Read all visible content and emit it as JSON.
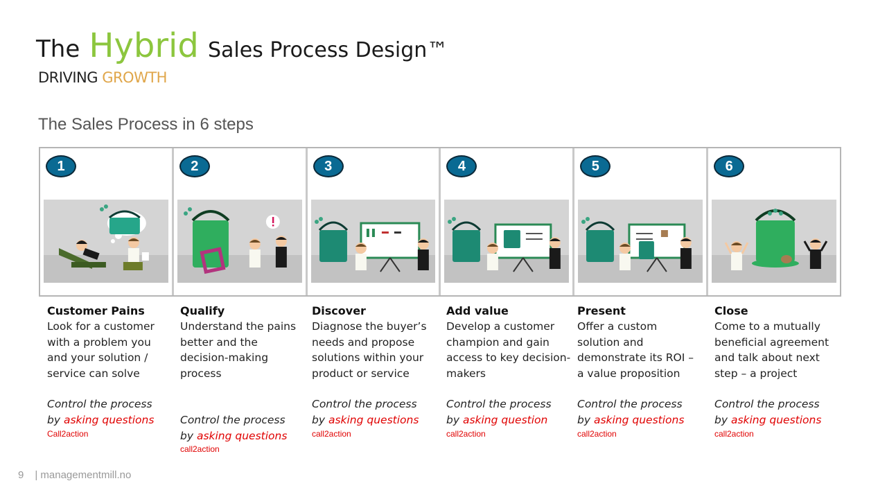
{
  "header": {
    "title_the": "The",
    "title_hybrid": "Hybrid",
    "title_rest": "Sales Process Design™",
    "tagline_1": "DRIVING",
    "tagline_2": "GROWTH",
    "subtitle": "The Sales Process in 6 steps"
  },
  "steps": [
    {
      "num": "1",
      "title": "Customer Pains",
      "body": "Look for a customer with a problem you and your solution / service can solve",
      "ctl_1": "Control the process",
      "ctl_2": "by",
      "ctl_3": "asking questions",
      "cta": "Call2action"
    },
    {
      "num": "2",
      "title": "Qualify",
      "body": "Understand the pains better and the decision-making process",
      "ctl_1": "Control the process",
      "ctl_2": "by",
      "ctl_3": "asking questions",
      "cta": "call2action"
    },
    {
      "num": "3",
      "title": "Discover",
      "body": "Diagnose the buyer’s needs and propose solutions within your product or service",
      "ctl_1": "Control the process",
      "ctl_2": "by",
      "ctl_3": "asking questions",
      "cta": "call2action"
    },
    {
      "num": "4",
      "title": "Add value",
      "body": "Develop a customer champion and gain access to key decision-makers",
      "ctl_1": "Control the process",
      "ctl_2": "by",
      "ctl_3": "asking question",
      "cta": "call2action"
    },
    {
      "num": "5",
      "title": "Present",
      "body": "Offer a custom solution and demonstrate its ROI – a value proposition",
      "ctl_1": "Control the process",
      "ctl_2": "by",
      "ctl_3": "asking questions",
      "cta": "call2action"
    },
    {
      "num": "6",
      "title": "Close",
      "body": "Come to a mutually beneficial agreement and talk about next step – a project",
      "ctl_1": "Control the process",
      "ctl_2": "by",
      "ctl_3": "asking questions",
      "cta": "call2action"
    }
  ],
  "footer": {
    "page": "9",
    "site": "| managementmill.no"
  },
  "colors": {
    "hybrid": "#8cc63e",
    "growth": "#e0a64a",
    "badge": "#0a6a93",
    "accent_red": "#e00000"
  }
}
